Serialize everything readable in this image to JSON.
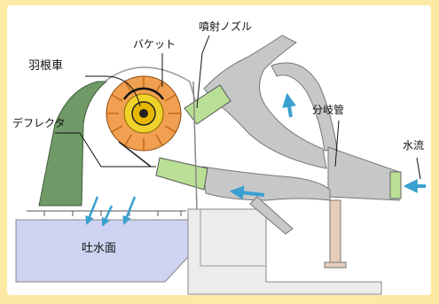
{
  "labels": {
    "runner": "羽根車",
    "bucket": "バケット",
    "nozzle": "噴射ノズル",
    "deflector": "デフレクタ",
    "branch_pipe": "分岐管",
    "water_flow": "水流",
    "tailwater": "吐水面"
  },
  "colors": {
    "background_frame": "#fce9a4",
    "panel": "#ffffff",
    "pipe": "#c6c8c8",
    "casing_green": "#6f9a67",
    "nozzle_green": "#b9df94",
    "water_pool": "#cdd3f0",
    "runner_orange": "#f0a050",
    "runner_yellow": "#f0d22c",
    "flow_arrow": "#3aa0d0",
    "pier": "#e5cdb9",
    "concrete": "#e9e9e9"
  }
}
